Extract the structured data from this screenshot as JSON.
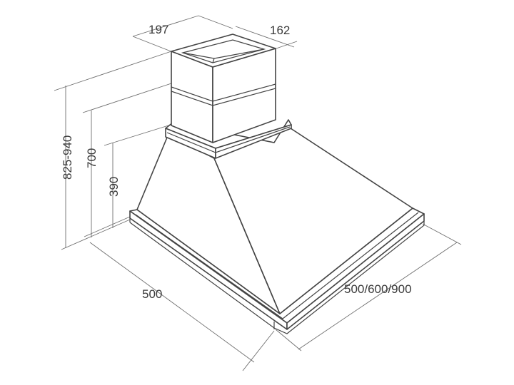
{
  "dimensions": {
    "chimney_width": "197",
    "chimney_depth": "162",
    "total_height": "825-940",
    "height_700": "700",
    "height_390": "390",
    "depth": "500",
    "width": "500/600/900"
  },
  "colors": {
    "outline": "#444444",
    "dimension_line": "#6e6e6e",
    "text": "#3a3a3a",
    "background": "#ffffff"
  }
}
